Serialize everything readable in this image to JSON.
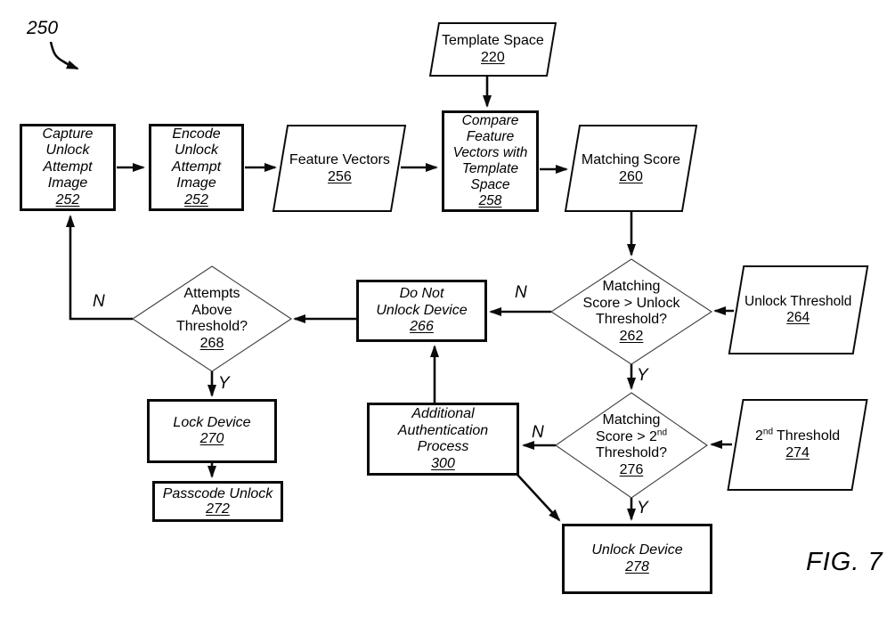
{
  "figure": {
    "ref": "250",
    "caption": "FIG. 7"
  },
  "branch_labels": {
    "yes": "Y",
    "no": "N"
  },
  "nodes": {
    "template_space": {
      "lines": [
        "Template Space"
      ],
      "num": "220"
    },
    "capture": {
      "lines": [
        "Capture",
        "Unlock",
        "Attempt",
        "Image"
      ],
      "num": "252"
    },
    "encode": {
      "lines": [
        "Encode",
        "Unlock",
        "Attempt",
        "Image"
      ],
      "num": "252"
    },
    "feature_vectors": {
      "lines": [
        "Feature Vectors"
      ],
      "num": "256"
    },
    "compare": {
      "lines": [
        "Compare",
        "Feature",
        "Vectors with",
        "Template",
        "Space"
      ],
      "num": "258"
    },
    "matching_score": {
      "lines": [
        "Matching Score"
      ],
      "num": "260"
    },
    "unlock_threshold_decision": {
      "lines": [
        "Matching",
        "Score > Unlock",
        "Threshold?"
      ],
      "num": "262"
    },
    "unlock_threshold": {
      "lines": [
        "Unlock Threshold"
      ],
      "num": "264"
    },
    "do_not_unlock": {
      "lines": [
        "Do Not",
        "Unlock Device"
      ],
      "num": "266"
    },
    "attempts_decision": {
      "lines": [
        "Attempts",
        "Above",
        "Threshold?"
      ],
      "num": "268"
    },
    "lock_device": {
      "lines": [
        "Lock Device"
      ],
      "num": "270"
    },
    "passcode_unlock": {
      "lines": [
        "Passcode Unlock"
      ],
      "num": "272"
    },
    "second_threshold_decision": {
      "line1": "Matching",
      "line2_pre": "Score > 2",
      "line2_sup": "nd",
      "line3": "Threshold?",
      "num": "276"
    },
    "second_threshold": {
      "pre": "2",
      "sup": "nd",
      "rest": "Threshold",
      "num": "274"
    },
    "additional_auth": {
      "lines": [
        "Additional",
        "Authentication",
        "Process"
      ],
      "num": "300"
    },
    "unlock_device": {
      "lines": [
        "Unlock Device"
      ],
      "num": "278"
    }
  }
}
